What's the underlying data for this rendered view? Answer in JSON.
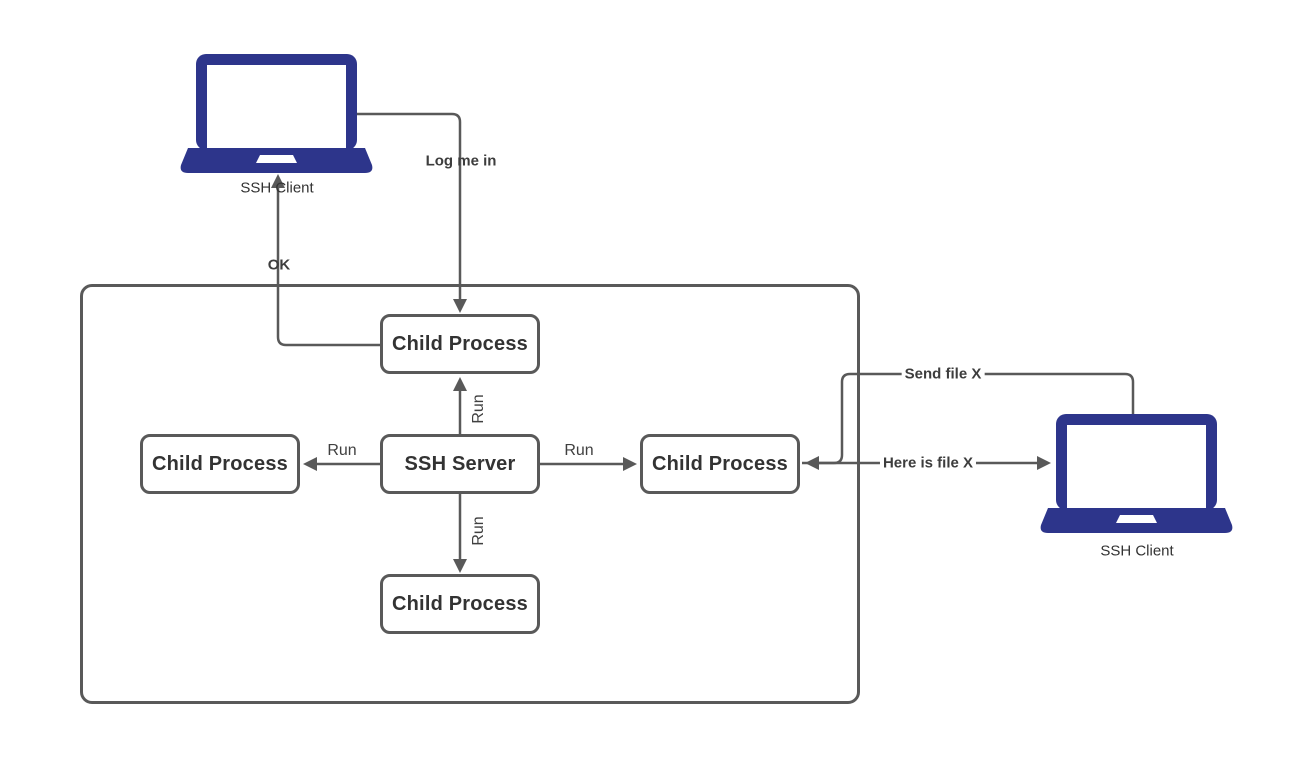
{
  "diagram": {
    "colors": {
      "laptop_fill": "#2d358b",
      "line": "#595959",
      "box_border": "#595959",
      "box_text": "#333333",
      "label_text": "#3d3d3d"
    },
    "nodes": {
      "client_top": {
        "label": "SSH Client"
      },
      "client_right": {
        "label": "SSH Client"
      },
      "server": {
        "label": "SSH Server"
      },
      "child_top": {
        "label": "Child Process"
      },
      "child_left": {
        "label": "Child Process"
      },
      "child_right": {
        "label": "Child Process"
      },
      "child_bottom": {
        "label": "Child Process"
      }
    },
    "edges": {
      "log_me_in": {
        "label": "Log me in"
      },
      "ok": {
        "label": "OK"
      },
      "run_top": {
        "label": "Run"
      },
      "run_left": {
        "label": "Run"
      },
      "run_right": {
        "label": "Run"
      },
      "run_bottom": {
        "label": "Run"
      },
      "send_file": {
        "label": "Send file X"
      },
      "here_is_file": {
        "label": "Here is file X"
      }
    }
  }
}
